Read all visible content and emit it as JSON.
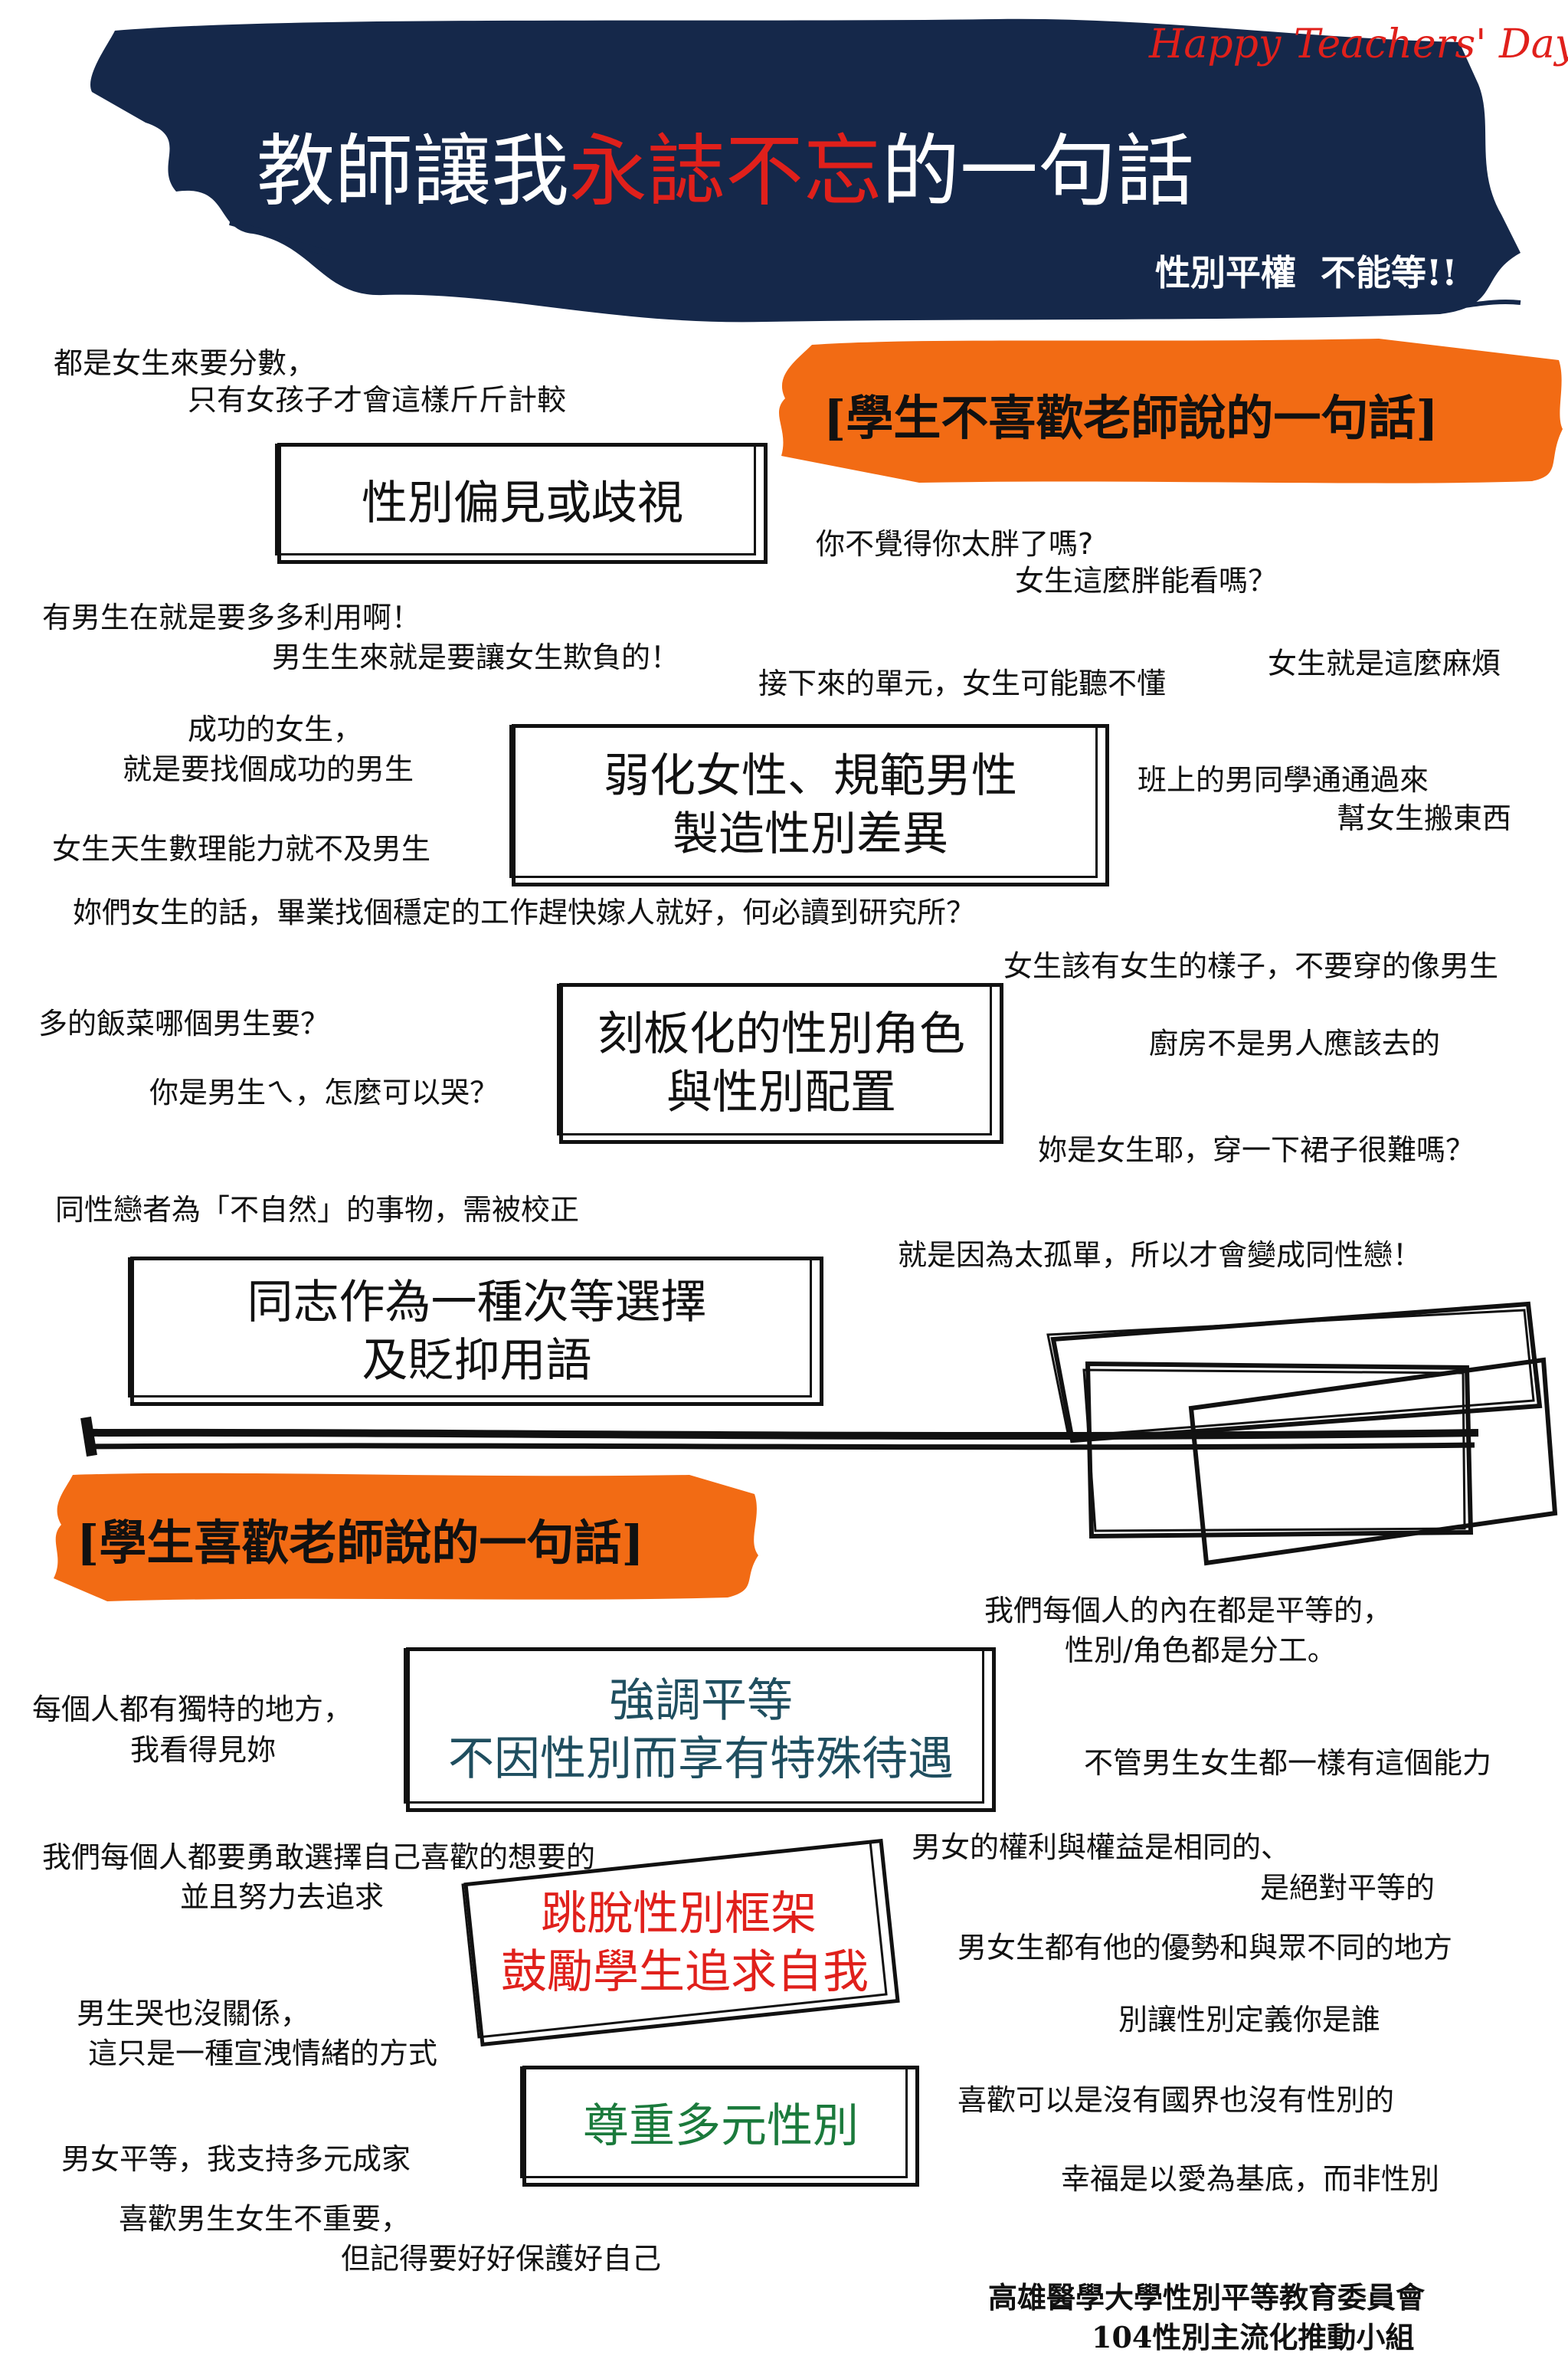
{
  "header": {
    "greeting": "Happy Teachers' Day",
    "title_part1": "教師讓我",
    "title_highlight": "永誌不忘",
    "title_part2": "的一句話",
    "slogan": "性別平權  不能等!!"
  },
  "dislike": {
    "heading": "[學生不喜歡老師說的一句話]",
    "categories": [
      {
        "lines": [
          "性別偏見或歧視"
        ]
      },
      {
        "lines": [
          "弱化女性、規範男性",
          "製造性別差異"
        ]
      },
      {
        "lines": [
          "刻板化的性別角色",
          "與性別配置"
        ]
      },
      {
        "lines": [
          "同志作為一種次等選擇",
          "及貶抑用語"
        ]
      }
    ],
    "quotes": [
      "都是女生來要分數，",
      "只有女孩子才會這樣斤斤計較",
      "你不覺得你太胖了嗎?",
      "女生這麼胖能看嗎？",
      "有男生在就是要多多利用啊！",
      "男生生來就是要讓女生欺負的！",
      "接下來的單元，女生可能聽不懂",
      "女生就是這麼麻煩",
      "成功的女生，",
      "就是要找個成功的男生",
      "班上的男同學通通過來",
      "幫女生搬東西",
      "女生天生數理能力就不及男生",
      "妳們女生的話，畢業找個穩定的工作趕快嫁人就好，何必讀到研究所？",
      "女生該有女生的樣子，不要穿的像男生",
      "多的飯菜哪個男生要？",
      "廚房不是男人應該去的",
      "你是男生ㄟ，怎麼可以哭？",
      "妳是女生耶，穿一下裙子很難嗎？",
      "同性戀者為「不自然」的事物，需被校正",
      "就是因為太孤單，所以才會變成同性戀！"
    ]
  },
  "like": {
    "heading": "[學生喜歡老師說的一句話]",
    "categories": [
      {
        "lines": [
          "強調平等",
          "不因性別而享有特殊待遇"
        ],
        "color": "#1f4e5f"
      },
      {
        "lines": [
          "跳脫性別框架",
          "鼓勵學生追求自我"
        ],
        "color": "#e0201b"
      },
      {
        "lines": [
          "尊重多元性別"
        ],
        "color": "#1b7a3c"
      }
    ],
    "quotes": [
      "我們每個人的內在都是平等的，",
      "性別/角色都是分工。",
      "每個人都有獨特的地方，",
      "我看得見妳",
      "不管男生女生都一樣有這個能力",
      "我們每個人都要勇敢選擇自己喜歡的想要的",
      "並且努力去追求",
      "男女的權利與權益是相同的、",
      "是絕對平等的",
      "男女生都有他的優勢和與眾不同的地方",
      "男生哭也沒關係，",
      "這只是一種宣洩情緒的方式",
      "別讓性別定義你是誰",
      "喜歡可以是沒有國界也沒有性別的",
      "男女平等，我支持多元成家",
      "幸福是以愛為基底，而非性別",
      "喜歡男生女生不重要，",
      "但記得要好好保護好自己"
    ]
  },
  "footer": {
    "org": "高雄醫學大學性別平等教育委員會",
    "unit": "104性別主流化推動小組"
  },
  "colors": {
    "navy": "#15284a",
    "orange": "#f26b14",
    "red": "#e0201b",
    "teal": "#1f4e5f",
    "green": "#1b7a3c"
  }
}
